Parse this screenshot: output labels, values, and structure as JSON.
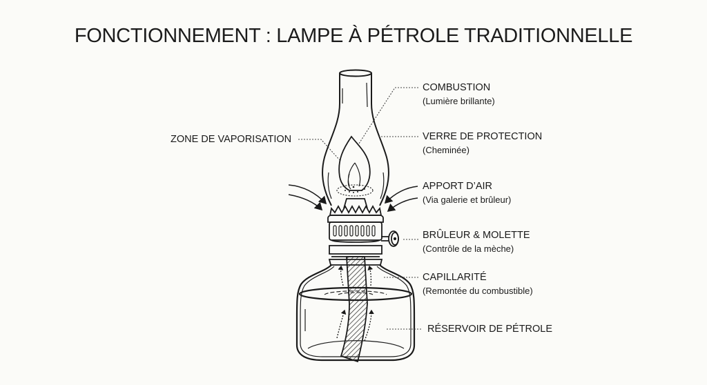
{
  "title": "FONCTIONNEMENT : LAMPE À PÉTROLE TRADITIONNELLE",
  "labels": {
    "vaporisation": {
      "main": "ZONE DE VAPORISATION"
    },
    "combustion": {
      "main": "COMBUSTION",
      "sub": "(Lumière brillante)"
    },
    "verre": {
      "main": "VERRE DE PROTECTION",
      "sub": "(Cheminée)"
    },
    "air": {
      "main": "APPORT D’AIR",
      "sub": "(Via galerie et brûleur)"
    },
    "bruleur": {
      "main": "BRÛLEUR & MOLETTE",
      "sub": "(Contrôle de la mèche)"
    },
    "capillarite": {
      "main": "CAPILLARITÉ",
      "sub": "(Remontée du combustible)"
    },
    "reservoir": {
      "main": "RÉSERVOIR DE PÉTROLE"
    }
  },
  "colors": {
    "background": "#fbfbf8",
    "ink": "#1a1a1a",
    "leader": "#444444"
  },
  "icons": [
    "flame-icon",
    "air-arrow-icon",
    "capillary-arrow-icon",
    "wick-knob-icon"
  ]
}
